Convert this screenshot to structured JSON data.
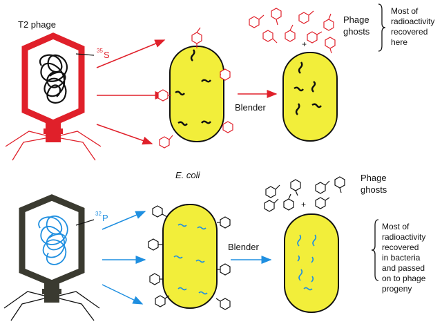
{
  "diagram": {
    "top": {
      "phage_label": "T2 phage",
      "isotope_mass": "35",
      "isotope_symbol": "S",
      "blender_label": "Blender",
      "ghosts_line1": "Phage",
      "ghosts_line2": "ghosts",
      "plus": "+",
      "note_lines": [
        "Most of",
        "radioactivity",
        "recovered",
        "here"
      ]
    },
    "bottom": {
      "ecoli_label": "E. coli",
      "isotope_mass": "32",
      "isotope_symbol": "P",
      "blender_label": "Blender",
      "ghosts_line1": "Phage",
      "ghosts_line2": "ghosts",
      "plus": "+",
      "note_lines": [
        "Most of",
        "radioactivity",
        "recovered",
        "in bacteria",
        "and passed",
        "on to phage",
        "progeny"
      ]
    },
    "colors": {
      "red": "#e0202a",
      "blue": "#1f8fe0",
      "dark": "#3a3a30",
      "cell_fill": "#f2ee3a",
      "black": "#111111"
    }
  }
}
